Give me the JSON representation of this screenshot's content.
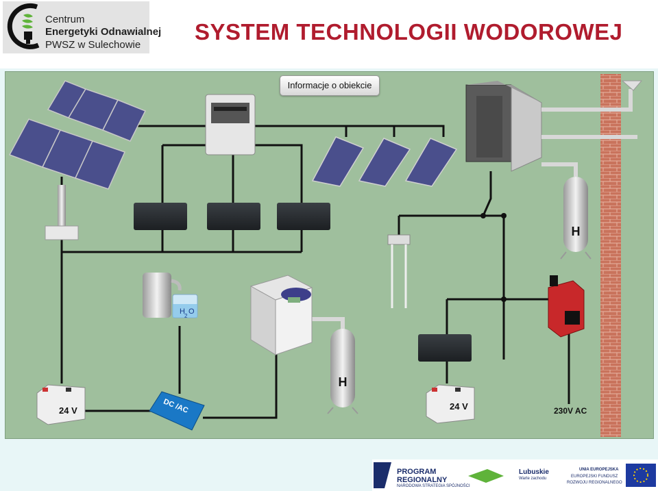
{
  "header": {
    "logo_line1": "Centrum",
    "logo_line2": "Energetyki Odnawialnej",
    "logo_line3": "PWSZ w Sulechowie",
    "title": "SYSTEM TECHNOLOGII WODOROWEJ"
  },
  "info_button": {
    "label": "Informacje o obiekcie"
  },
  "labels": {
    "battery_left": "24 V",
    "battery_right": "24 V",
    "inverter": "DC /AC",
    "water_h": "H",
    "water_sub": "2",
    "water_o": "O",
    "tank_left": "H",
    "tank_right": "H",
    "ac_output": "230V AC"
  },
  "footer": {
    "program_line1": "PROGRAM",
    "program_line2": "REGIONALNY",
    "program_line3": "NARODOWA STRATEGIA SPÓJNOŚCI",
    "lubuskie_line1": "Lubuskie",
    "lubuskie_line2": "Warte zachodu",
    "eu_line1": "UNIA EUROPEJSKA",
    "eu_line2": "EUROPEJSKI FUNDUSZ",
    "eu_line3": "ROZWOJU REGIONALNEGO"
  },
  "colors": {
    "title": "#b01c2e",
    "panel": "#9fbf9d",
    "wire": "#111111",
    "brick": "#c9735c",
    "solar": "#4a4f8c"
  },
  "icons": [
    "cfl-bulb-logo-icon",
    "info-button",
    "solar-tracker-icon",
    "control-box-icon",
    "solar-panel-icon",
    "charge-controller-icon",
    "water-distiller-icon",
    "hydrogen-generator-icon",
    "hydrogen-tank-icon",
    "fuel-cell-icon",
    "battery-icon",
    "inverter-icon",
    "fuel-cell-unit-icon",
    "eu-flag-icon"
  ]
}
